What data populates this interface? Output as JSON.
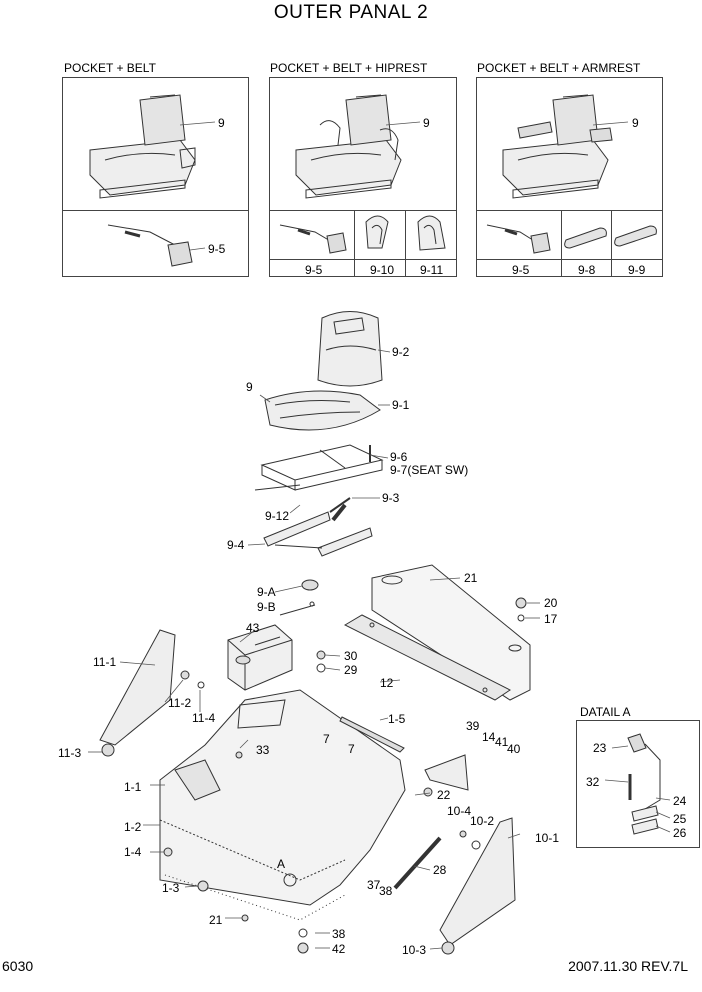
{
  "title": "OUTER PANAL 2",
  "variants": [
    {
      "label": "POCKET + BELT",
      "seat_ref": "9",
      "parts": [
        "9-5"
      ]
    },
    {
      "label": "POCKET + BELT + HIPREST",
      "seat_ref": "9",
      "parts": [
        "9-5",
        "9-10",
        "9-11"
      ]
    },
    {
      "label": "POCKET + BELT + ARMREST",
      "seat_ref": "9",
      "parts": [
        "9-5",
        "9-8",
        "9-9"
      ]
    }
  ],
  "detail": {
    "label": "DATAIL A",
    "callouts": [
      "23",
      "32",
      "24",
      "25",
      "26"
    ]
  },
  "callouts": {
    "c9_2": "9-2",
    "c9": "9",
    "c9_1": "9-1",
    "c9_6": "9-6",
    "c9_7": "9-7(SEAT SW)",
    "c9_3": "9-3",
    "c9_12": "9-12",
    "c9_4": "9-4",
    "c9_A": "9-A",
    "c9_B": "9-B",
    "c21a": "21",
    "c20": "20",
    "c17": "17",
    "c43": "43",
    "c30": "30",
    "c29": "29",
    "c12": "12",
    "c11_1": "11-1",
    "c11_2": "11-2",
    "c11_4": "11-4",
    "c11_3": "11-3",
    "c1_5": "1-5",
    "c39": "39",
    "c14": "14",
    "c41": "41",
    "c40": "40",
    "c33": "33",
    "c7a": "7",
    "c7b": "7",
    "c1_1": "1-1",
    "c22": "22",
    "c10_4": "10-4",
    "c10_2": "10-2",
    "c10_1": "10-1",
    "c1_2": "1-2",
    "c1_4": "1-4",
    "cA": "A",
    "c37": "37",
    "c38a": "38",
    "c28": "28",
    "c1_3": "1-3",
    "c21b": "21",
    "c38b": "38",
    "c42": "42",
    "c10_3": "10-3"
  },
  "footer": {
    "page_number": "6030",
    "date_rev": "2007.11.30  REV.7L"
  }
}
